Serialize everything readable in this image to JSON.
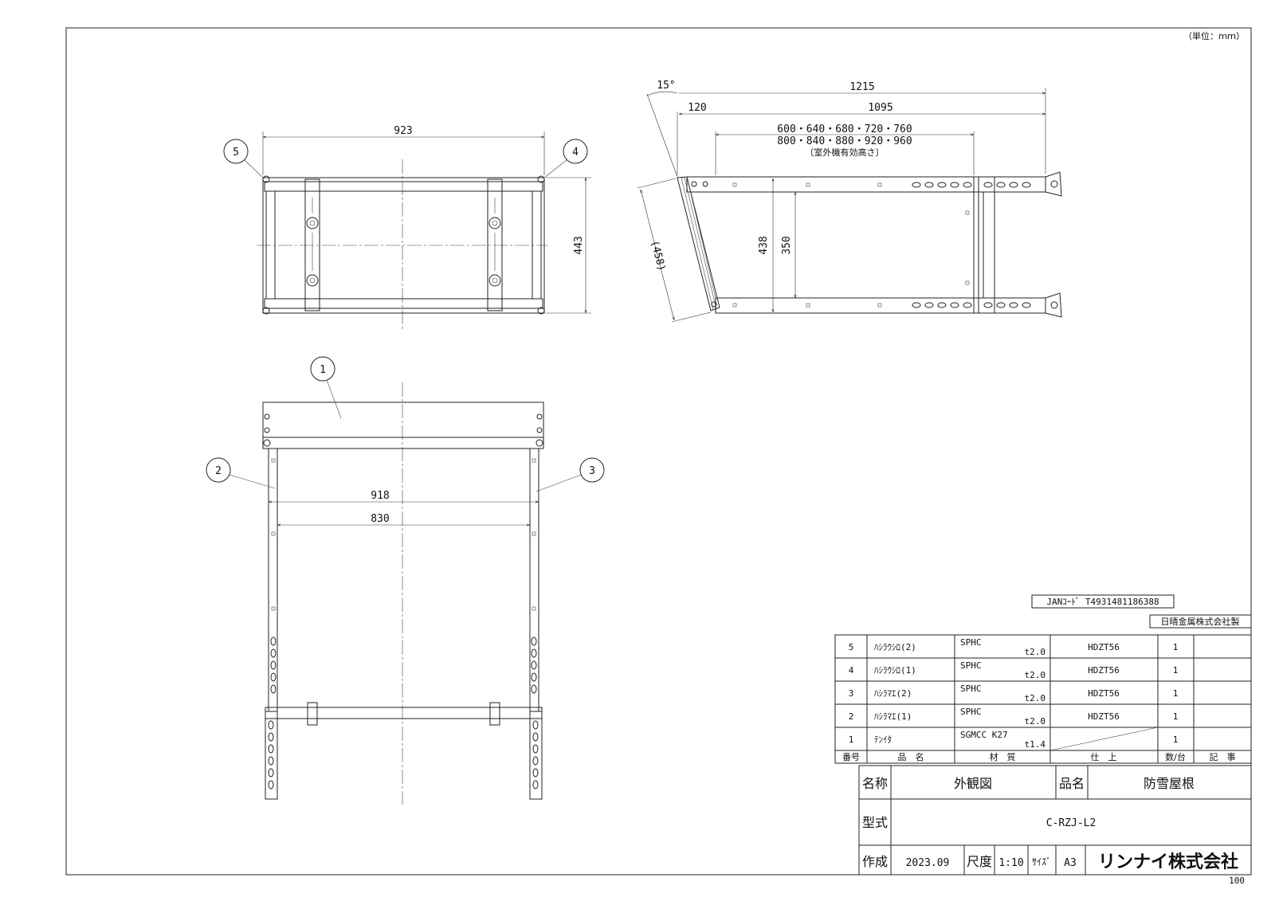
{
  "unit_note": "（単位：ｍｍ）",
  "sheet_number": "100",
  "top_view": {
    "dim_width": "923",
    "dim_depth": "443",
    "balloons": [
      "5",
      "4"
    ]
  },
  "side_view": {
    "angle": "15°",
    "dim_total": "1215",
    "dim_offset": "120",
    "dim_length": "1095",
    "height_options_1": "600・640・680・720・760",
    "height_options_2": "800・840・880・920・960",
    "height_note": "〔室外機有効高さ〕",
    "dim_slant": "(458)",
    "dim_438": "438",
    "dim_350": "350"
  },
  "front_view": {
    "balloons": [
      "1",
      "2",
      "3"
    ],
    "dim_outer": "918",
    "dim_inner": "830"
  },
  "jan_code": "JANｺｰﾄﾞ T4931481186388",
  "maker": "日晴金属株式会社製",
  "parts_table": {
    "headers": [
      "番号",
      "品　名",
      "材　質",
      "仕　上",
      "数/台",
      "記　事"
    ],
    "rows": [
      {
        "no": "5",
        "name": "ﾊｼﾗｳｼﾛ(2)",
        "material": "SPHC",
        "thickness": "t2.0",
        "finish": "HDZT56",
        "qty": "1",
        "note": ""
      },
      {
        "no": "4",
        "name": "ﾊｼﾗｳｼﾛ(1)",
        "material": "SPHC",
        "thickness": "t2.0",
        "finish": "HDZT56",
        "qty": "1",
        "note": ""
      },
      {
        "no": "3",
        "name": "ﾊｼﾗﾏｴ(2)",
        "material": "SPHC",
        "thickness": "t2.0",
        "finish": "HDZT56",
        "qty": "1",
        "note": ""
      },
      {
        "no": "2",
        "name": "ﾊｼﾗﾏｴ(1)",
        "material": "SPHC",
        "thickness": "t2.0",
        "finish": "HDZT56",
        "qty": "1",
        "note": ""
      },
      {
        "no": "1",
        "name": "ﾃﾝｲﾀ",
        "material": "SGMCC K27",
        "thickness": "t1.4",
        "finish": "",
        "qty": "1",
        "note": ""
      }
    ]
  },
  "title_block": {
    "name_label": "名称",
    "name_value": "外観図",
    "product_label": "品名",
    "product_value": "防雪屋根",
    "model_label": "型式",
    "model_value": "C-RZJ-L2",
    "created_label": "作成",
    "created_value": "2023.09",
    "scale_label": "尺度",
    "scale_value": "1:10",
    "size_label": "ｻｲｽﾞ",
    "size_value": "A3",
    "company": "リンナイ株式会社"
  }
}
